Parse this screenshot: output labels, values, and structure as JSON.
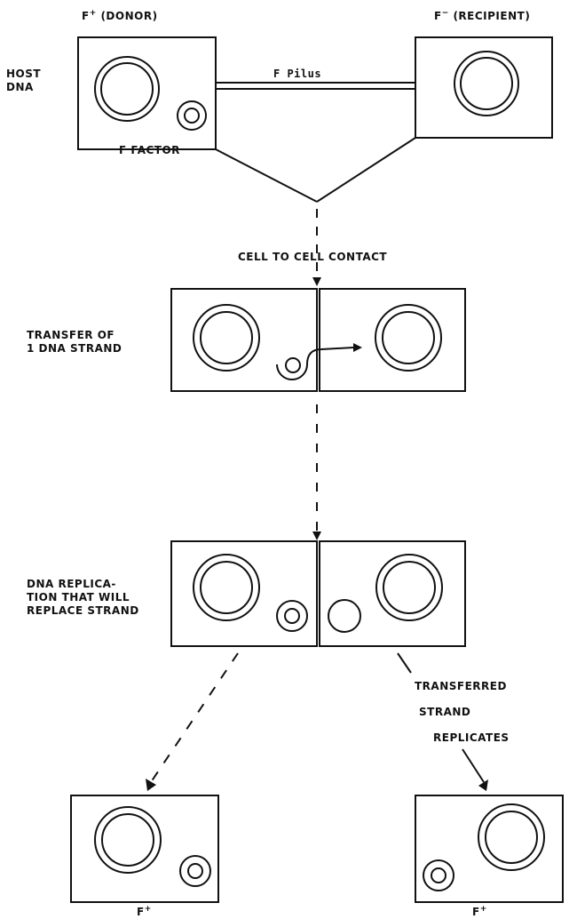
{
  "top": {
    "donor_letter": "F",
    "donor_sign": "+",
    "donor_text": "(DONOR)",
    "recipient_letter": "F",
    "recipient_sign": "−",
    "recipient_text": "(RECIPIENT)",
    "host_dna": "HOST\nDNA",
    "f_pilus": "F Pilus",
    "f_factor": "F FACTOR"
  },
  "contact": {
    "label": "CELL TO CELL CONTACT"
  },
  "transfer": {
    "label": "TRANSFER OF\n1 DNA STRAND"
  },
  "replication": {
    "label": "DNA REPLICA-\nTION THAT WILL\nREPLACE STRAND"
  },
  "transferred": {
    "line1": "TRANSFERRED",
    "line2": "STRAND",
    "line3": "REPLICATES"
  },
  "bottom": {
    "left_letter": "F",
    "left_sign": "+",
    "right_letter": "F",
    "right_sign": "+"
  }
}
